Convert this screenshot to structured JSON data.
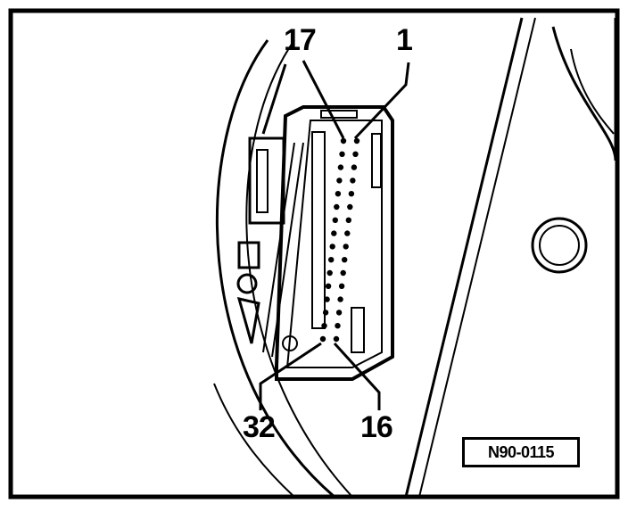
{
  "diagram": {
    "pin_labels": {
      "top_left": "17",
      "top_right": "1",
      "bottom_left": "32",
      "bottom_right": "16"
    },
    "reference_code": "N90-0115"
  },
  "colors": {
    "ink": "#000000",
    "paper": "#ffffff"
  }
}
